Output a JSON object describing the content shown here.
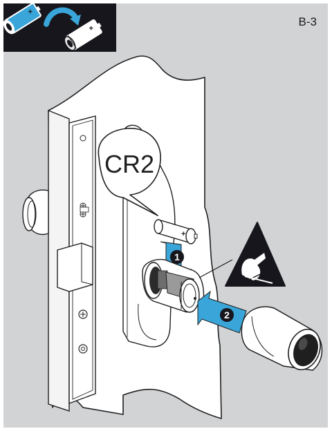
{
  "step_label": "B-3",
  "callout": {
    "battery_type": "CR2"
  },
  "steps": [
    "1",
    "2"
  ],
  "battery_plus": "+",
  "icons": {
    "swap_battery": "battery-swap-icon",
    "esd_warning": "esd-warning-icon"
  },
  "colors": {
    "panel_background": "#d2d3d5",
    "inset_background": "#16161c",
    "accent_blue": "#3aa5d8",
    "line": "#1e1e1e",
    "highlight": "#ffffff"
  }
}
